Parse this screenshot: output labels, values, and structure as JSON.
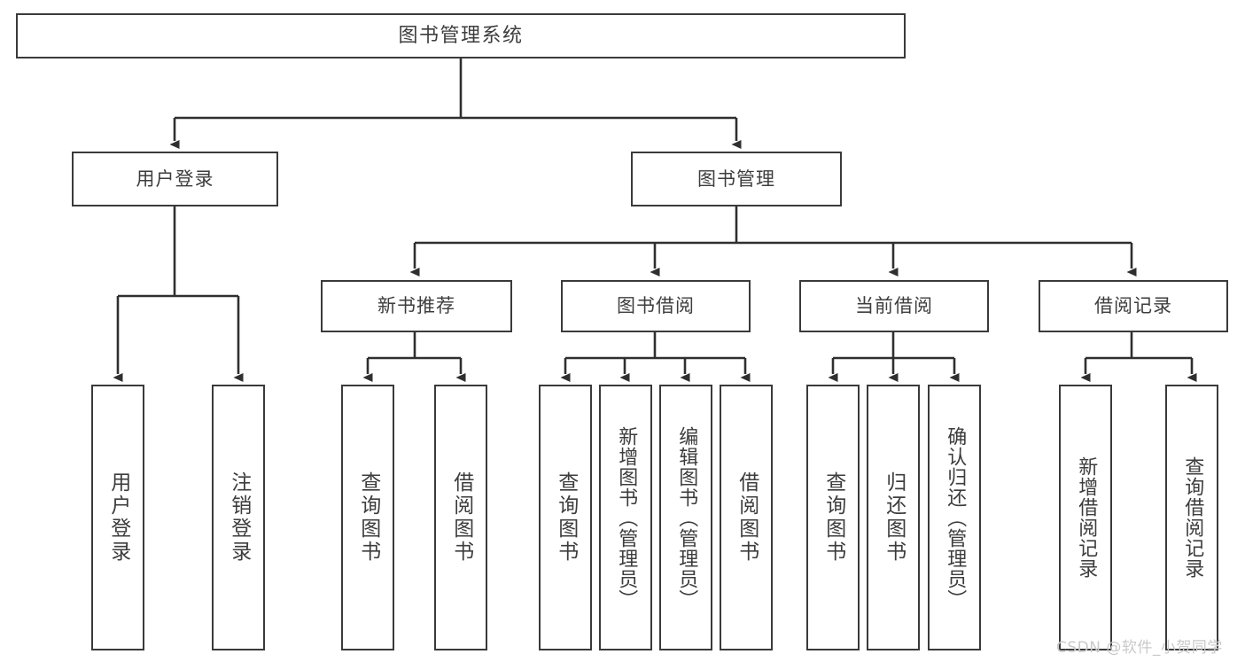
{
  "diagram": {
    "type": "tree",
    "title": "图书管理系统",
    "colors": {
      "background": "#ffffff",
      "node_border": "#3a3a3a",
      "node_fill": "#ffffff",
      "text": "#3d3d3d",
      "connector": "#2f2f2f",
      "watermark": "#c9c9c9"
    },
    "root": {
      "label": "图书管理系统"
    },
    "level2": [
      {
        "label": "用户登录"
      },
      {
        "label": "图书管理"
      }
    ],
    "level3": [
      {
        "label": "新书推荐"
      },
      {
        "label": "图书借阅"
      },
      {
        "label": "当前借阅"
      },
      {
        "label": "借阅记录"
      }
    ],
    "leaves": {
      "user_login": [
        {
          "label": "用户登录"
        },
        {
          "label": "注销登录"
        }
      ],
      "new_book": [
        {
          "label": "查询图书"
        },
        {
          "label": "借阅图书"
        }
      ],
      "book_borrow": [
        {
          "label": "查询图书"
        },
        {
          "label": "新增图书（管理员）"
        },
        {
          "label": "编辑图书（管理员）"
        },
        {
          "label": "借阅图书"
        }
      ],
      "current_borrow": [
        {
          "label": "查询图书"
        },
        {
          "label": "归还图书"
        },
        {
          "label": "确认归还（管理员）"
        }
      ],
      "borrow_record": [
        {
          "label": "新增借阅记录"
        },
        {
          "label": "查询借阅记录"
        }
      ]
    }
  },
  "watermark": {
    "text": "CSDN @软件_小贺同学"
  }
}
